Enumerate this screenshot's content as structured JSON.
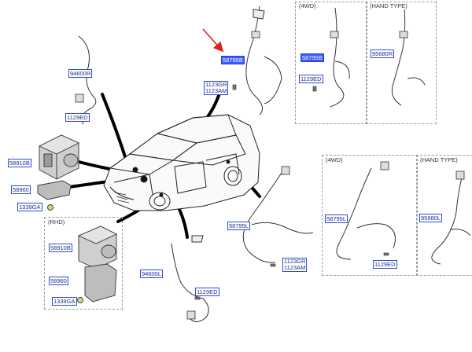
{
  "part_labels": {
    "p58795_main": "58795B",
    "p94600_top": "94600R",
    "p1129ed_left": "1129ED",
    "p58910_left": "58910B",
    "p58960_left": "58960",
    "p1339ga_left": "1339GA",
    "p1123_top_a": "1123GR",
    "p1123_top_b": "1123AM",
    "p58795_4wd_top": "58795B",
    "p1129ed_4wd_top": "1129ED",
    "p95680_top": "95680R",
    "p58910_rhd": "58910B",
    "p58960_rhd": "58960",
    "p1339ga_rhd": "1339GA",
    "p94600_bottom": "94600L",
    "p1129ed_bottom": "1129ED",
    "p58795_bottom": "58795L",
    "p1123_bottom_a": "1123GR",
    "p1123_bottom_b": "1123AM",
    "p58795_4wd_bottom": "58795L",
    "p1129ed_4wd_bottom": "1129ED",
    "p95680_bottom": "95680L"
  },
  "boxes": {
    "top_4wd": "(4WD)",
    "top_hand": "(HAND TYPE)",
    "bottom_4wd": "(4WD)",
    "bottom_hand": "(HAND TYPE)",
    "rhd": "(RHD)"
  },
  "highlight_color": "#3b5bff",
  "arrow_color": "#e02020"
}
